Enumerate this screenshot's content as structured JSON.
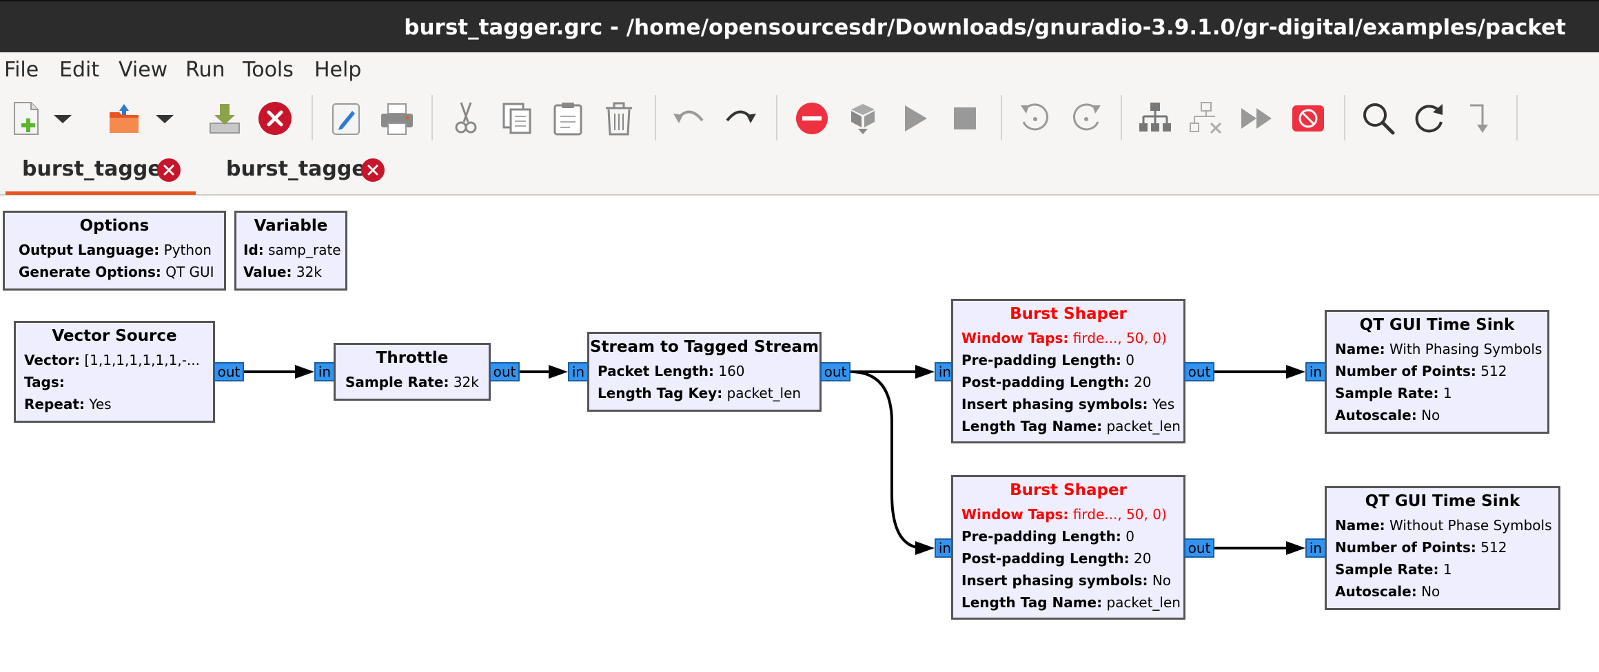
{
  "window": {
    "title": "burst_tagger.grc - /home/opensourcesdr/Downloads/gnuradio-3.9.1.0/gr-digital/examples/packet"
  },
  "menu": [
    "File",
    "Edit",
    "View",
    "Run",
    "Tools",
    "Help"
  ],
  "tabs": [
    {
      "label": "burst_tagger",
      "active": true
    },
    {
      "label": "burst_tagger",
      "active": false
    }
  ],
  "colors": {
    "accent": "#e95420",
    "close_red": "#c7162b",
    "block_fill": "#eeeeff",
    "port_fill": "#3294f0",
    "error_text": "#ff0000"
  },
  "blocks": {
    "options": {
      "title": "Options",
      "params": [
        {
          "key": "Output Language:",
          "value": "Python"
        },
        {
          "key": "Generate Options:",
          "value": "QT GUI"
        }
      ]
    },
    "variable": {
      "title": "Variable",
      "params": [
        {
          "key": "Id:",
          "value": "samp_rate"
        },
        {
          "key": "Value:",
          "value": "32k"
        }
      ]
    },
    "vector_source": {
      "title": "Vector Source",
      "params": [
        {
          "key": "Vector:",
          "value": "[1,1,1,1,1,1,1,-..."
        },
        {
          "key": "Tags:",
          "value": ""
        },
        {
          "key": "Repeat:",
          "value": "Yes"
        }
      ]
    },
    "throttle": {
      "title": "Throttle",
      "params": [
        {
          "key": "Sample Rate:",
          "value": "32k"
        }
      ]
    },
    "stream_to_tagged": {
      "title": "Stream to Tagged Stream",
      "params": [
        {
          "key": "Packet Length:",
          "value": "160"
        },
        {
          "key": "Length Tag Key:",
          "value": "packet_len"
        }
      ]
    },
    "burst_shaper_1": {
      "title": "Burst Shaper",
      "params": [
        {
          "key": "Window Taps:",
          "value": "firde..., 50, 0)"
        },
        {
          "key": "Pre-padding Length:",
          "value": "0"
        },
        {
          "key": "Post-padding Length:",
          "value": "20"
        },
        {
          "key": "Insert phasing symbols:",
          "value": "Yes"
        },
        {
          "key": "Length Tag Name:",
          "value": "packet_len"
        }
      ]
    },
    "burst_shaper_2": {
      "title": "Burst Shaper",
      "params": [
        {
          "key": "Window Taps:",
          "value": "firde..., 50, 0)"
        },
        {
          "key": "Pre-padding Length:",
          "value": "0"
        },
        {
          "key": "Post-padding Length:",
          "value": "20"
        },
        {
          "key": "Insert phasing symbols:",
          "value": "No"
        },
        {
          "key": "Length Tag Name:",
          "value": "packet_len"
        }
      ]
    },
    "time_sink_1": {
      "title": "QT GUI Time Sink",
      "params": [
        {
          "key": "Name:",
          "value": "With Phasing Symbols"
        },
        {
          "key": "Number of Points:",
          "value": "512"
        },
        {
          "key": "Sample Rate:",
          "value": "1"
        },
        {
          "key": "Autoscale:",
          "value": "No"
        }
      ]
    },
    "time_sink_2": {
      "title": "QT GUI Time Sink",
      "params": [
        {
          "key": "Name:",
          "value": "Without Phase Symbols"
        },
        {
          "key": "Number of Points:",
          "value": "512"
        },
        {
          "key": "Sample Rate:",
          "value": "1"
        },
        {
          "key": "Autoscale:",
          "value": "No"
        }
      ]
    }
  },
  "ports": {
    "in_label": "in",
    "out_label": "out"
  }
}
